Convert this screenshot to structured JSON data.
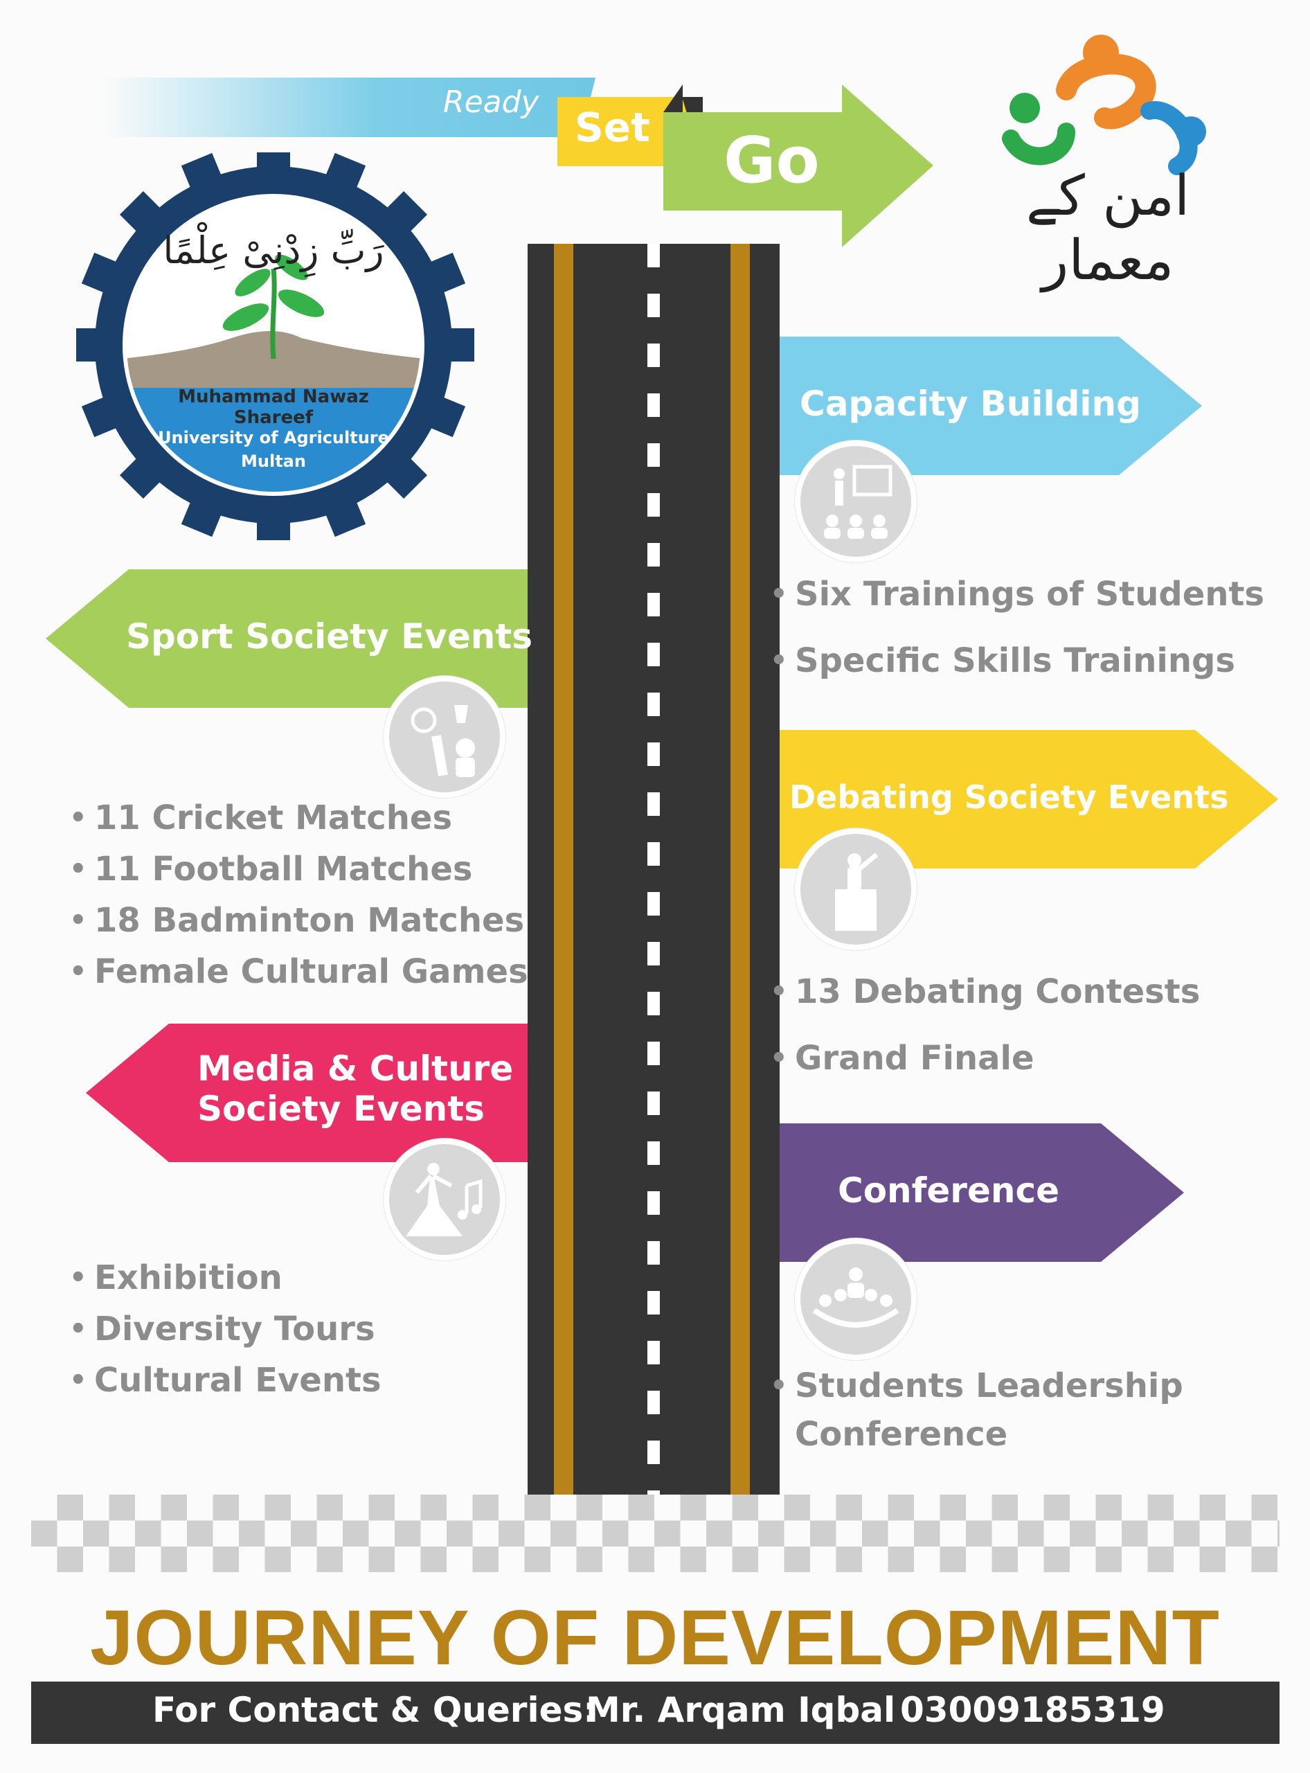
{
  "header": {
    "ready": "Ready",
    "set": "Set",
    "go": "Go"
  },
  "university_logo": {
    "motto": "رَبِّ زِدْنِیْ عِلْمًا",
    "name_line1": "Muhammad Nawaz Shareef",
    "name_line2": "University of Agriculture",
    "name_line3": "Multan"
  },
  "aman_logo": {
    "text": "امن کے معمار"
  },
  "left_signs": [
    {
      "title": "Sport Society Events",
      "color": "#a5cf5a",
      "icon": "sports-icon",
      "items": [
        "11 Cricket Matches",
        "11 Football Matches",
        "18 Badminton Matches",
        "Female Cultural Games"
      ]
    },
    {
      "title_line1": "Media & Culture",
      "title_line2": "Society Events",
      "color": "#ea2f67",
      "icon": "dance-music-icon",
      "items": [
        "Exhibition",
        "Diversity Tours",
        "Cultural Events"
      ]
    }
  ],
  "right_signs": [
    {
      "title": "Capacity Building",
      "color": "#7dd0eb",
      "icon": "training-presentation-icon",
      "items": [
        "Six Trainings of Students",
        "Specific Skills Trainings"
      ]
    },
    {
      "title": "Debating Society Events",
      "color": "#f9d22b",
      "icon": "podium-speaker-icon",
      "items": [
        "13 Debating Contests",
        "Grand Finale"
      ]
    },
    {
      "title": "Conference",
      "color": "#6a4f8d",
      "icon": "conference-audience-icon",
      "items_line1": "Students Leadership",
      "items_line2": "Conference"
    }
  ],
  "footer": {
    "title": "JOURNEY OF DEVELOPMENT",
    "contact_label": "For Contact & Queries:",
    "contact_person": "Mr. Arqam Iqbal",
    "contact_phone": "03009185319"
  }
}
